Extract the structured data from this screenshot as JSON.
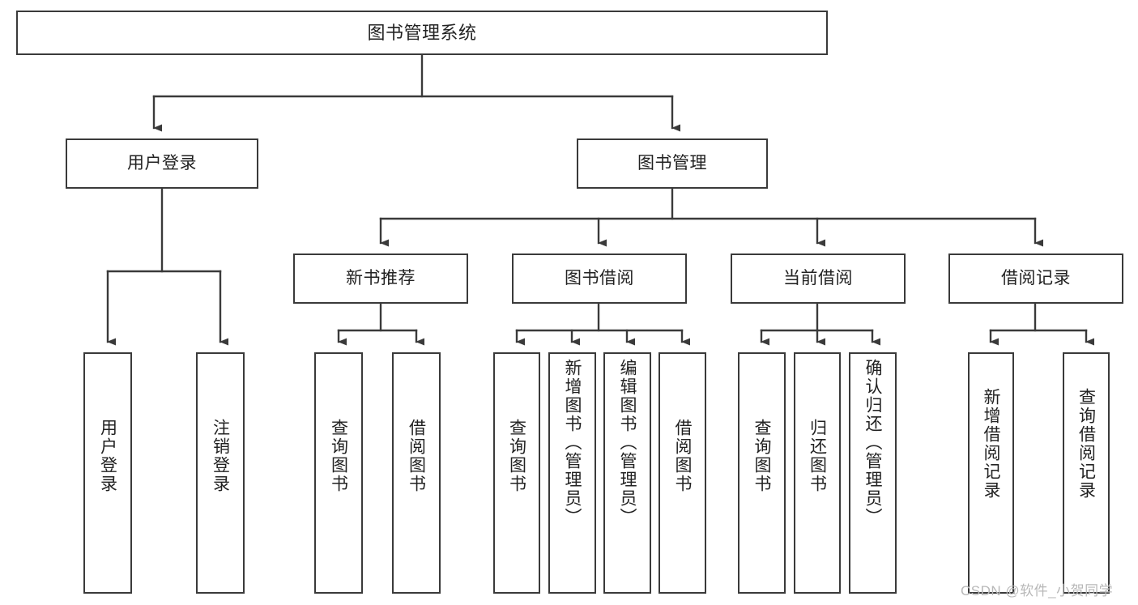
{
  "diagram": {
    "title": "图书管理系统",
    "type": "tree-hierarchy-chart",
    "stroke_color": "#3a3a3a",
    "background_color": "#ffffff",
    "text_color": "#222222",
    "root": {
      "label": "图书管理系统"
    },
    "level2": [
      {
        "label": "用户登录"
      },
      {
        "label": "图书管理"
      }
    ],
    "level3": [
      {
        "label": "新书推荐"
      },
      {
        "label": "图书借阅"
      },
      {
        "label": "当前借阅"
      },
      {
        "label": "借阅记录"
      }
    ],
    "leaves": {
      "user_login": [
        {
          "label": "用户登录"
        },
        {
          "label": "注销登录"
        }
      ],
      "new_book_recommend": [
        {
          "label": "查询图书"
        },
        {
          "label": "借阅图书"
        }
      ],
      "book_borrow": [
        {
          "label": "查询图书"
        },
        {
          "label": "新增图书（管理员）"
        },
        {
          "label": "编辑图书（管理员）"
        },
        {
          "label": "借阅图书"
        }
      ],
      "current_borrow": [
        {
          "label": "查询图书"
        },
        {
          "label": "归还图书"
        },
        {
          "label": "确认归还（管理员）"
        }
      ],
      "borrow_record": [
        {
          "label": "新增借阅记录"
        },
        {
          "label": "查询借阅记录"
        }
      ]
    }
  },
  "watermark": {
    "text": "CSDN @软件_小贺同学"
  }
}
